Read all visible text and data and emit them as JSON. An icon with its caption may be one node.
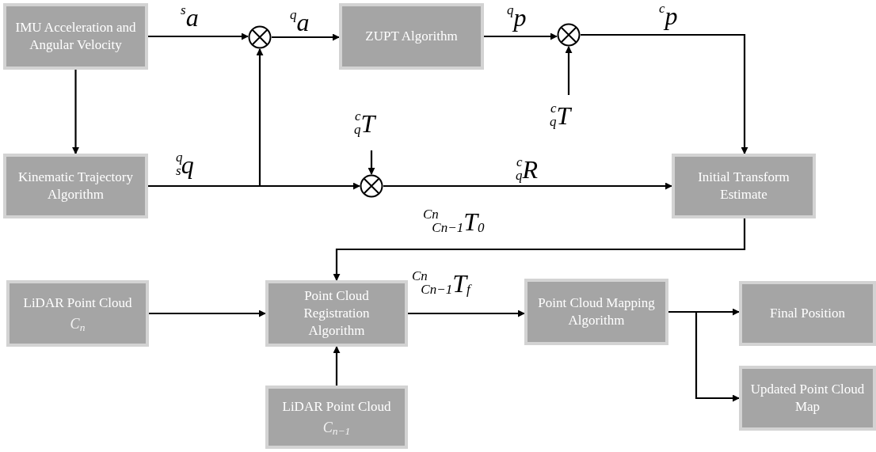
{
  "diagram": {
    "nodes": [
      {
        "text": [
          "IMU Acceleration and Angular Velocity"
        ]
      },
      {
        "text": [
          "Kinematic Trajectory Algorithm"
        ]
      },
      {
        "text": [],
        "shape": "circle"
      },
      {
        "text": [
          "ZUPT Algorithm"
        ]
      },
      {
        "text": [],
        "shape": "circle"
      },
      {
        "text": [
          "Initial Transform Estimate"
        ]
      },
      {
        "text": [],
        "shape": "circle"
      },
      {
        "text": [
          "LiDAR Point Cloud",
          "C$_{n}$"
        ]
      },
      {
        "text": [
          "Point Cloud Registration Algorithm"
        ]
      },
      {
        "text": [
          "LiDAR Point Cloud",
          "C$_{n−1}$"
        ]
      },
      {
        "text": [
          "Point Cloud Mapping Algorithm"
        ]
      },
      {
        "text": [
          "Final Position"
        ]
      },
      {
        "text": [
          "Updated Point Cloud Map"
        ]
      }
    ],
    "edges": [
      {
        "from": 0,
        "to": 2,
        "arrow": "to",
        "label": "$^{s}$a"
      },
      {
        "from": 0,
        "to": 1,
        "arrow": "to"
      },
      {
        "from": 1,
        "to": 2,
        "arrow": "to"
      },
      {
        "from": 1,
        "to": 6,
        "arrow": "to",
        "label": "$^{q}$$_{s}$q"
      },
      {
        "from": 2,
        "to": 3,
        "arrow": "to",
        "label": "$^{q}$a"
      },
      {
        "from": 3,
        "to": 4,
        "arrow": "to",
        "label": "$^{q}$p"
      },
      {
        "from": null,
        "to": 4,
        "arrow": "to",
        "label": "$^{c}$$_{q}$T"
      },
      {
        "from": 4,
        "to": 5,
        "arrow": "to",
        "label": "$^{c}$p"
      },
      {
        "from": null,
        "to": 6,
        "arrow": "to",
        "label": "$^{c}$$_{q}$T"
      },
      {
        "from": 6,
        "to": 5,
        "arrow": "to",
        "label": "$^{c}$$_{q}$R"
      },
      {
        "from": 5,
        "to": 8,
        "arrow": "to",
        "label": "$^{Cn}$$_{Cn−1}$T$_{0}$"
      },
      {
        "from": 7,
        "to": 8,
        "arrow": "to"
      },
      {
        "from": 9,
        "to": 8,
        "arrow": "to"
      },
      {
        "from": 8,
        "to": 10,
        "arrow": "to",
        "label": "$^{Cn}$$_{Cn−1}$T$_{f}$"
      },
      {
        "from": 10,
        "to": 11,
        "arrow": "to"
      },
      {
        "from": 10,
        "to": 12,
        "arrow": "to"
      }
    ]
  }
}
